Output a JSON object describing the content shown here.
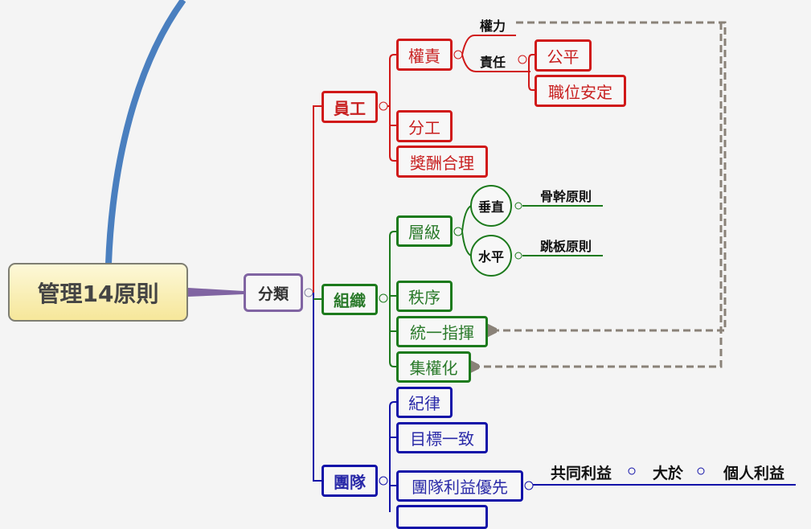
{
  "root": {
    "label": "管理14原則"
  },
  "category": {
    "label": "分類"
  },
  "employee": {
    "label": "員工",
    "children": [
      "權責",
      "分工",
      "獎酬合理"
    ],
    "authority_branches": [
      "權力",
      "責任"
    ],
    "responsibility_children": [
      "公平",
      "職位安定"
    ]
  },
  "organization": {
    "label": "組織",
    "children": [
      "層級",
      "秩序",
      "統一指揮",
      "集權化"
    ],
    "hierarchy_branches": [
      "垂直",
      "水平"
    ],
    "hierarchy_leaves": [
      "骨幹原則",
      "跳板原則"
    ]
  },
  "team": {
    "label": "團隊",
    "children": [
      "紀律",
      "目標一致",
      "團隊利益優先"
    ],
    "priority_chain": [
      "共同利益",
      "大於",
      "個人利益"
    ]
  },
  "colors": {
    "employee": "#d01818",
    "organization": "#1c7a1c",
    "team": "#1212a8",
    "relationship": "#8a8278"
  }
}
